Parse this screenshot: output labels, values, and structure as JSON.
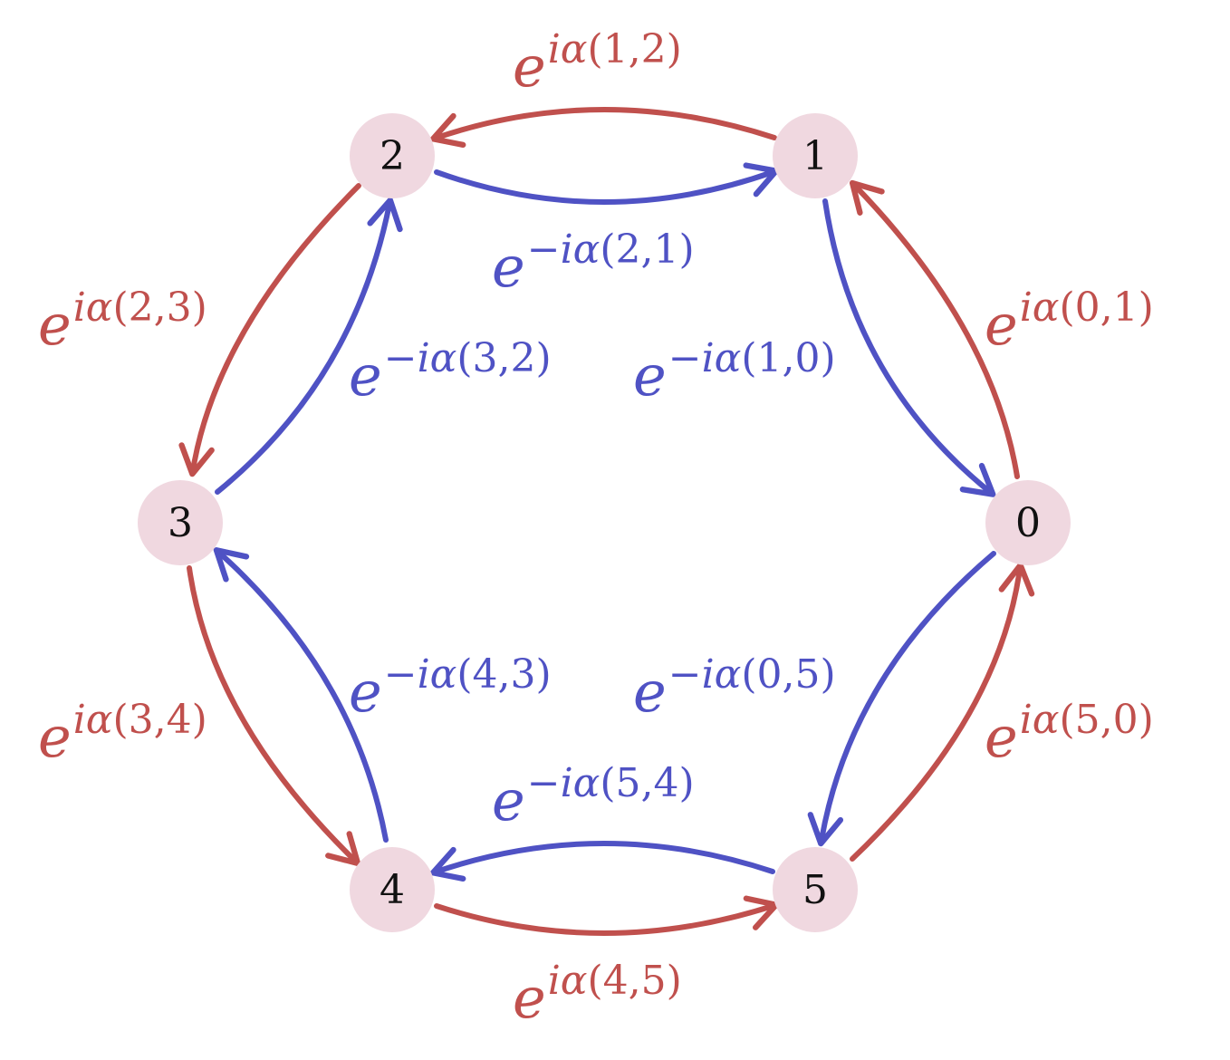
{
  "colors": {
    "forward": "#c0504d",
    "backward": "#4f52c4",
    "node_fill": "#f0d8e0",
    "node_text": "#111111"
  },
  "nodes": [
    {
      "id": "0",
      "label": "0"
    },
    {
      "id": "1",
      "label": "1"
    },
    {
      "id": "2",
      "label": "2"
    },
    {
      "id": "3",
      "label": "3"
    },
    {
      "id": "4",
      "label": "4"
    },
    {
      "id": "5",
      "label": "5"
    }
  ],
  "edges": [
    {
      "from": "1",
      "to": "2",
      "kind": "forward",
      "base": "e",
      "sign": "",
      "pair": "(1,2)"
    },
    {
      "from": "2",
      "to": "1",
      "kind": "backward",
      "base": "e",
      "sign": "−",
      "pair": "(2,1)"
    },
    {
      "from": "2",
      "to": "3",
      "kind": "forward",
      "base": "e",
      "sign": "",
      "pair": "(2,3)"
    },
    {
      "from": "3",
      "to": "2",
      "kind": "backward",
      "base": "e",
      "sign": "−",
      "pair": "(3,2)"
    },
    {
      "from": "1",
      "to": "0",
      "kind": "backward",
      "base": "e",
      "sign": "−",
      "pair": "(1,0)"
    },
    {
      "from": "0",
      "to": "1",
      "kind": "forward",
      "base": "e",
      "sign": "",
      "pair": "(0,1)"
    },
    {
      "from": "3",
      "to": "4",
      "kind": "forward",
      "base": "e",
      "sign": "",
      "pair": "(3,4)"
    },
    {
      "from": "4",
      "to": "3",
      "kind": "backward",
      "base": "e",
      "sign": "−",
      "pair": "(4,3)"
    },
    {
      "from": "0",
      "to": "5",
      "kind": "backward",
      "base": "e",
      "sign": "−",
      "pair": "(0,5)"
    },
    {
      "from": "5",
      "to": "0",
      "kind": "forward",
      "base": "e",
      "sign": "",
      "pair": "(5,0)"
    },
    {
      "from": "5",
      "to": "4",
      "kind": "backward",
      "base": "e",
      "sign": "−",
      "pair": "(5,4)"
    },
    {
      "from": "4",
      "to": "5",
      "kind": "forward",
      "base": "e",
      "sign": "",
      "pair": "(4,5)"
    }
  ]
}
